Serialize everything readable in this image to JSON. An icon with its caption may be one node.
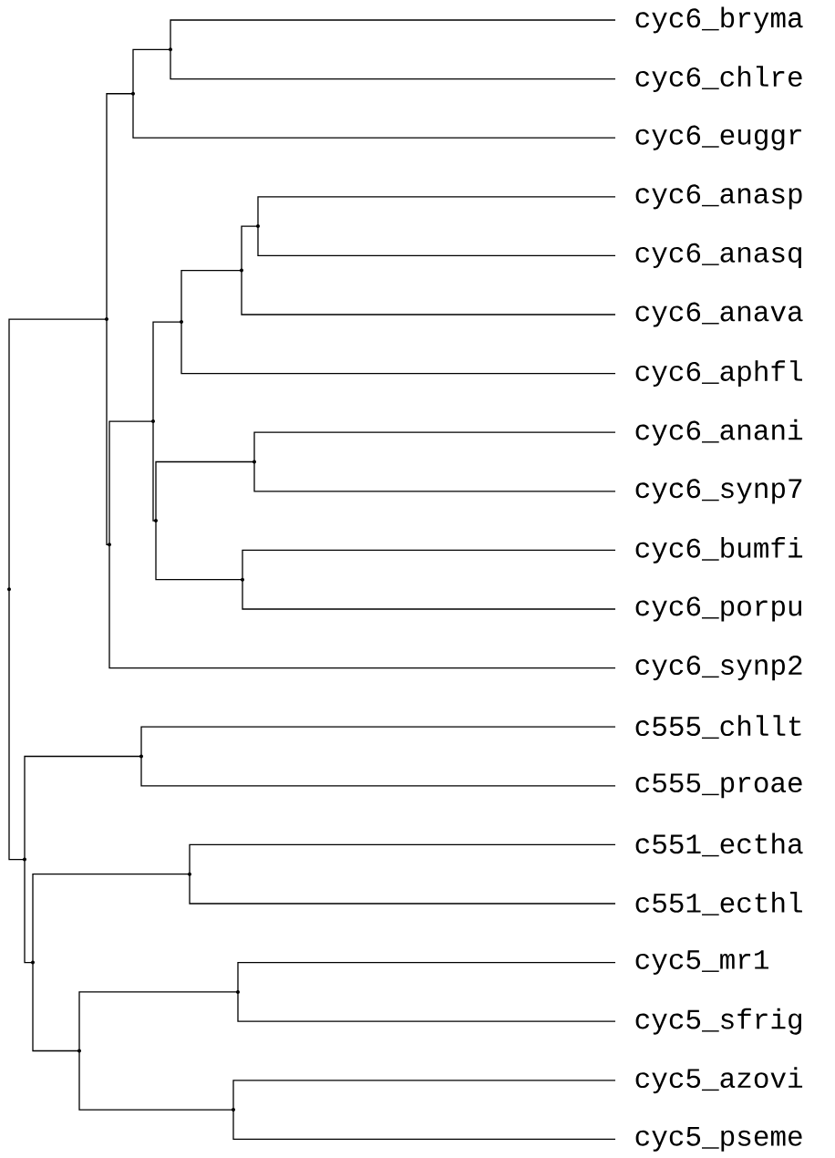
{
  "diagram": {
    "nodes": [
      {
        "text": [
          "cyc6_bryma"
        ]
      },
      {
        "text": [
          "cyc6_chlre"
        ]
      },
      {
        "text": [
          "cyc6_euggr"
        ]
      },
      {
        "text": [
          "cyc6_anasp"
        ]
      },
      {
        "text": [
          "cyc6_anasq"
        ]
      },
      {
        "text": [
          "cyc6_anava"
        ]
      },
      {
        "text": [
          "cyc6_aphfl"
        ]
      },
      {
        "text": [
          "cyc6_anani"
        ]
      },
      {
        "text": [
          "cyc6_synp7"
        ]
      },
      {
        "text": [
          "cyc6_bumfi"
        ]
      },
      {
        "text": [
          "cyc6_porpu"
        ]
      },
      {
        "text": [
          "cyc6_synp2"
        ]
      },
      {
        "text": [
          "c555_chllt"
        ]
      },
      {
        "text": [
          "c555_proae"
        ]
      },
      {
        "text": [
          "c551_ectha"
        ]
      },
      {
        "text": [
          "c551_ecthl"
        ]
      },
      {
        "text": [
          "cyc5_mr1"
        ]
      },
      {
        "text": [
          "cyc5_sfrig"
        ]
      },
      {
        "text": [
          "cyc5_azovi"
        ]
      },
      {
        "text": [
          "cyc5_pseme"
        ]
      },
      {
        "text": [],
        "shape": "point"
      },
      {
        "text": [],
        "shape": "point"
      },
      {
        "text": [],
        "shape": "point"
      },
      {
        "text": [],
        "shape": "point"
      },
      {
        "text": [],
        "shape": "point"
      },
      {
        "text": [],
        "shape": "point"
      },
      {
        "text": [],
        "shape": "point"
      },
      {
        "text": [],
        "shape": "point"
      },
      {
        "text": [],
        "shape": "point"
      },
      {
        "text": [],
        "shape": "point"
      },
      {
        "text": [],
        "shape": "point"
      },
      {
        "text": [],
        "shape": "point"
      },
      {
        "text": [],
        "shape": "point"
      },
      {
        "text": [],
        "shape": "point"
      },
      {
        "text": [],
        "shape": "point"
      },
      {
        "text": [],
        "shape": "point"
      },
      {
        "text": [],
        "shape": "point"
      },
      {
        "text": [],
        "shape": "point"
      },
      {
        "text": [],
        "shape": "point"
      }
    ],
    "edges": [
      {
        "from": 20,
        "to": 0,
        "arrow": "none"
      },
      {
        "from": 20,
        "to": 1,
        "arrow": "none"
      },
      {
        "from": 21,
        "to": 20,
        "arrow": "none"
      },
      {
        "from": 21,
        "to": 2,
        "arrow": "none"
      },
      {
        "from": 22,
        "to": 3,
        "arrow": "none"
      },
      {
        "from": 22,
        "to": 4,
        "arrow": "none"
      },
      {
        "from": 23,
        "to": 22,
        "arrow": "none"
      },
      {
        "from": 23,
        "to": 5,
        "arrow": "none"
      },
      {
        "from": 24,
        "to": 23,
        "arrow": "none"
      },
      {
        "from": 24,
        "to": 6,
        "arrow": "none"
      },
      {
        "from": 25,
        "to": 7,
        "arrow": "none"
      },
      {
        "from": 25,
        "to": 8,
        "arrow": "none"
      },
      {
        "from": 26,
        "to": 9,
        "arrow": "none"
      },
      {
        "from": 26,
        "to": 10,
        "arrow": "none"
      },
      {
        "from": 27,
        "to": 25,
        "arrow": "none"
      },
      {
        "from": 27,
        "to": 26,
        "arrow": "none"
      },
      {
        "from": 28,
        "to": 24,
        "arrow": "none"
      },
      {
        "from": 28,
        "to": 27,
        "arrow": "none"
      },
      {
        "from": 29,
        "to": 28,
        "arrow": "none"
      },
      {
        "from": 29,
        "to": 11,
        "arrow": "none"
      },
      {
        "from": 30,
        "to": 21,
        "arrow": "none"
      },
      {
        "from": 30,
        "to": 29,
        "arrow": "none"
      },
      {
        "from": 31,
        "to": 12,
        "arrow": "none"
      },
      {
        "from": 31,
        "to": 13,
        "arrow": "none"
      },
      {
        "from": 32,
        "to": 14,
        "arrow": "none"
      },
      {
        "from": 32,
        "to": 15,
        "arrow": "none"
      },
      {
        "from": 33,
        "to": 16,
        "arrow": "none"
      },
      {
        "from": 33,
        "to": 17,
        "arrow": "none"
      },
      {
        "from": 34,
        "to": 18,
        "arrow": "none"
      },
      {
        "from": 34,
        "to": 19,
        "arrow": "none"
      },
      {
        "from": 35,
        "to": 33,
        "arrow": "none"
      },
      {
        "from": 35,
        "to": 34,
        "arrow": "none"
      },
      {
        "from": 36,
        "to": 32,
        "arrow": "none"
      },
      {
        "from": 36,
        "to": 35,
        "arrow": "none"
      },
      {
        "from": 37,
        "to": 31,
        "arrow": "none"
      },
      {
        "from": 37,
        "to": 36,
        "arrow": "none"
      },
      {
        "from": 38,
        "to": 30,
        "arrow": "none"
      },
      {
        "from": 38,
        "to": 37,
        "arrow": "none"
      }
    ]
  }
}
